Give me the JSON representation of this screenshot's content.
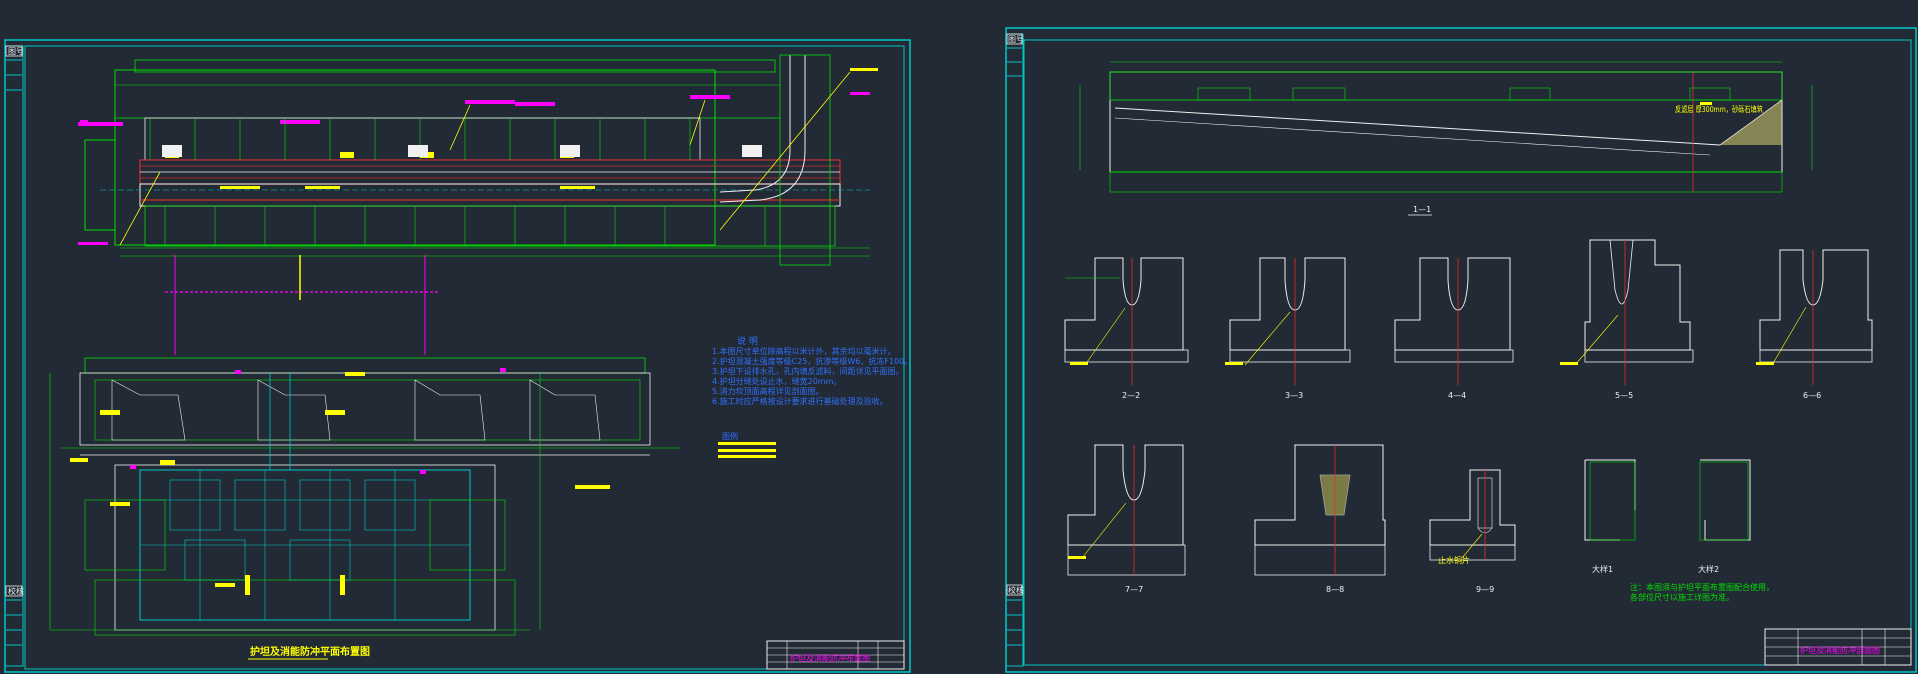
{
  "sheets": [
    {
      "corner_tag": "图号",
      "side_tag": "校核",
      "title": "护坦及消能防冲平面布置图",
      "titleblock_name": "护坦及消能防冲布置图",
      "notes_heading": "说    明",
      "notes": [
        "1.本图尺寸单位除高程以米计外，其余均以毫米计。",
        "2.护坦混凝土强度等级C25，抗渗等级W6，抗冻F100。",
        "3.护坦下设排水孔，孔内填反滤料，间距详见平面图。",
        "4.护坦分缝处设止水，缝宽20mm。",
        "5.消力坎顶面高程详见剖面图。",
        "6.施工时应严格按设计要求进行基础处理及验收。"
      ],
      "legend_heading": "图例"
    },
    {
      "corner_tag": "图号",
      "side_tag": "校核",
      "profile_caption": "1—1",
      "profile_note": "反滤层 厚300mm，砂砾石填筑",
      "sections_row1": [
        "2—2",
        "3—3",
        "4—4",
        "5—5",
        "6—6"
      ],
      "sections_row2": [
        "7—7",
        "8—8",
        "9—9",
        "大样1",
        "大样2"
      ],
      "callout_label": "止水铜片",
      "note": [
        "注：本图须与护坦平面布置图配合使用，",
        "各部位尺寸以施工详图为准。"
      ],
      "titleblock_name": "护坦及消能防冲剖面图"
    }
  ],
  "colors": {
    "background": "#222a35",
    "frame": "#00c8c8",
    "structure": "#00e000",
    "white": "#f0f0f0",
    "yellow": "#ffff00",
    "magenta": "#ff00ff",
    "red": "#e03030",
    "blue_text": "#3070ff"
  }
}
